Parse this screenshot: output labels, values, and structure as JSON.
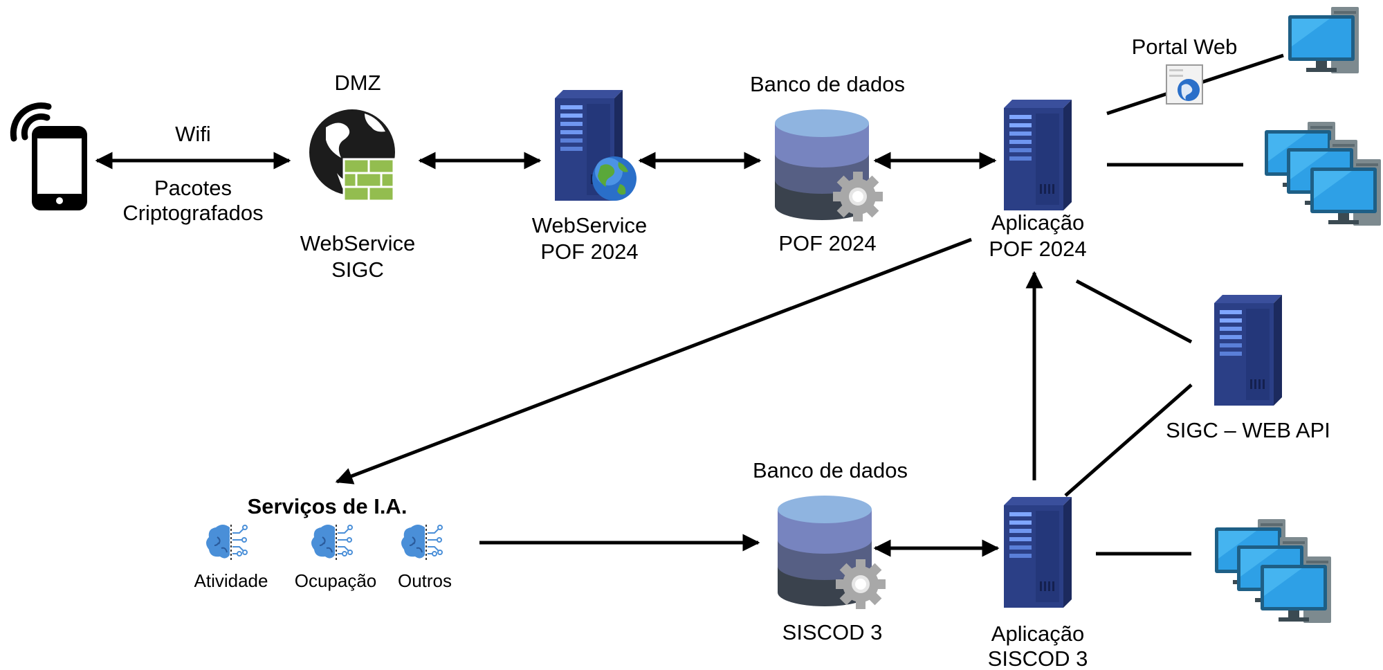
{
  "colors": {
    "server_dark": "#1f2f6b",
    "server_mid": "#2b3f86",
    "server_light": "#7fa6ff",
    "db_top": "#8fb4e0",
    "db_mid": "#7784bf",
    "db_mid2": "#565f84",
    "db_bottom": "#3a424d",
    "firewall_green": "#93bd4f",
    "monitor_blue": "#2ea0e6",
    "monitor_frame": "#1e5f86",
    "tower_gray": "#7d8a8f",
    "brain_blue": "#4a8fd8",
    "gear_gray": "#a8a8a8"
  },
  "nodes": {
    "phone": {
      "icon": "smartphone-wifi-icon"
    },
    "dmz": {
      "title": "DMZ",
      "label_line1": "WebService",
      "label_line2": "SIGC",
      "icon": "globe-firewall-icon"
    },
    "ws_pof": {
      "label_line1": "WebService",
      "label_line2": "POF 2024",
      "icon": "server-globe-icon"
    },
    "db_pof": {
      "title": "Banco de dados",
      "label": "POF 2024",
      "icon": "database-icon"
    },
    "app_pof": {
      "label_line1": "Aplicação",
      "label_line2": "POF 2024",
      "icon": "server-icon"
    },
    "portal": {
      "label": "Portal Web",
      "icon": "web-page-icon"
    },
    "sigc_api": {
      "label": "SIGC – WEB API",
      "icon": "server-icon"
    },
    "ia": {
      "title": "Serviços de I.A.",
      "items": [
        "Atividade",
        "Ocupação",
        "Outros"
      ],
      "icon": "brain-ai-icon"
    },
    "db_siscod": {
      "title": "Banco de dados",
      "label": "SISCOD 3",
      "icon": "database-icon"
    },
    "app_siscod": {
      "label_line1": "Aplicação",
      "label_line2": "SISCOD 3",
      "icon": "server-icon"
    },
    "workstations": {
      "icon": "computer-icon"
    }
  },
  "edges": {
    "wifi": {
      "line1": "Wifi",
      "line2": "Pacotes",
      "line3": "Criptografados"
    }
  }
}
